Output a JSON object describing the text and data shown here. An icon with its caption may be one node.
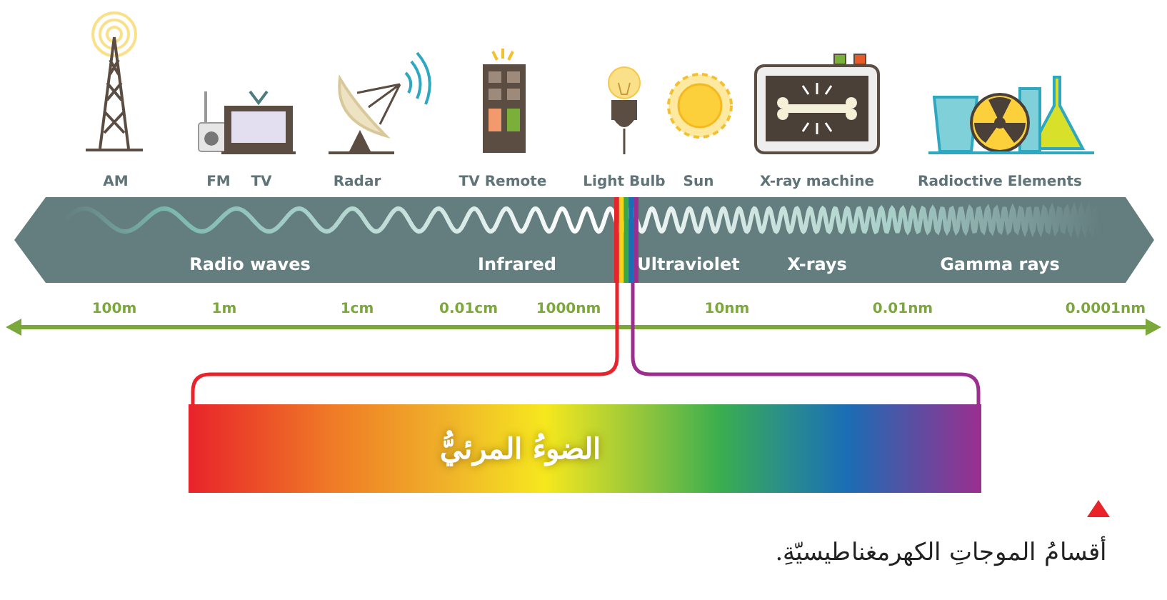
{
  "diagram": {
    "caption": "أقسامُ الموجاتِ الكهرمغناطيسيّةِ.",
    "nodes": [
      {
        "text": [
          "Radio waves",
          "Infrared",
          "Ultraviolet",
          "X-rays",
          "Gamma rays"
        ]
      },
      {
        "text": [
          "الضوءُ المرئيُّ"
        ]
      }
    ],
    "labels": [
      "AM",
      "FM",
      "TV",
      "Radar",
      "TV Remote",
      "Light Bulb",
      "Sun",
      "X-ray machine",
      "Radioctive Elements",
      "100m",
      "1m",
      "1cm",
      "0.01cm",
      "1000nm",
      "10nm",
      "0.01nm",
      "0.0001nm"
    ]
  }
}
